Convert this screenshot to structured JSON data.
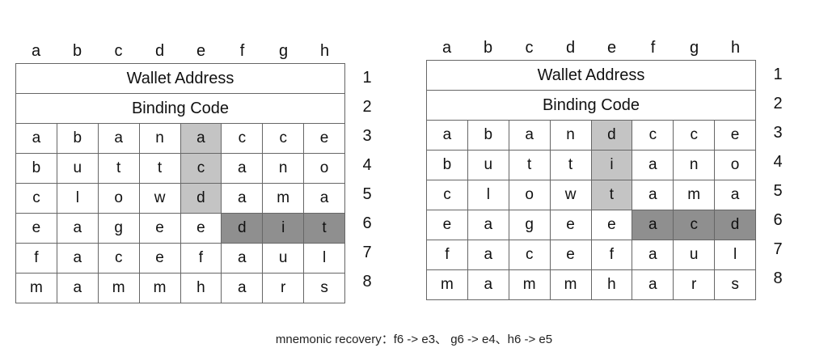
{
  "columns": [
    "a",
    "b",
    "c",
    "d",
    "e",
    "f",
    "g",
    "h"
  ],
  "row_numbers": [
    "1",
    "2",
    "3",
    "4",
    "5",
    "6",
    "7",
    "8"
  ],
  "panels": [
    {
      "wallet_address_label": "Wallet Address",
      "binding_code_label": "Binding Code",
      "rows": [
        [
          "a",
          "b",
          "a",
          "n",
          "a",
          "c",
          "c",
          "e"
        ],
        [
          "b",
          "u",
          "t",
          "t",
          "c",
          "a",
          "n",
          "o"
        ],
        [
          "c",
          "l",
          "o",
          "w",
          "d",
          "a",
          "m",
          "a"
        ],
        [
          "e",
          "a",
          "g",
          "e",
          "e",
          "d",
          "i",
          "t"
        ],
        [
          "f",
          "a",
          "c",
          "e",
          "f",
          "a",
          "u",
          "l"
        ],
        [
          "m",
          "a",
          "m",
          "m",
          "h",
          "a",
          "r",
          "s"
        ]
      ]
    },
    {
      "wallet_address_label": "Wallet Address",
      "binding_code_label": "Binding Code",
      "rows": [
        [
          "a",
          "b",
          "a",
          "n",
          "d",
          "c",
          "c",
          "e"
        ],
        [
          "b",
          "u",
          "t",
          "t",
          "i",
          "a",
          "n",
          "o"
        ],
        [
          "c",
          "l",
          "o",
          "w",
          "t",
          "a",
          "m",
          "a"
        ],
        [
          "e",
          "a",
          "g",
          "e",
          "e",
          "a",
          "c",
          "d"
        ],
        [
          "f",
          "a",
          "c",
          "e",
          "f",
          "a",
          "u",
          "l"
        ],
        [
          "m",
          "a",
          "m",
          "m",
          "h",
          "a",
          "r",
          "s"
        ]
      ]
    }
  ],
  "highlight_colors": {
    "light": "#c4c4c4",
    "dark": "#8f8f8f"
  },
  "caption": "mnemonic recovery：f6 -> e3、 g6 -> e4、h6 -> e5"
}
